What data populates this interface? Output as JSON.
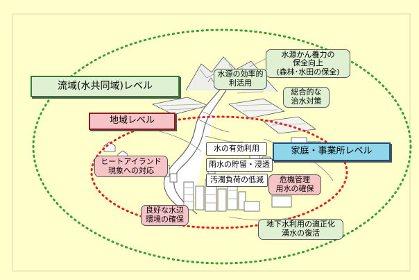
{
  "levels": {
    "basin": "流域(水共同域)レベル",
    "region": "地域レベル",
    "household": "家庭・事業所レベル"
  },
  "measures": {
    "conservation": [
      "水源かん養力の",
      "保全向上",
      "(森林･水田の保全)"
    ],
    "efficient_use": [
      "水源の効率的",
      "利活用"
    ],
    "flood_control": [
      "総合的な",
      "治水対策"
    ],
    "heat_island": [
      "ヒートアイランド",
      "現象への対応"
    ],
    "effective_use": [
      "水の有効利用"
    ],
    "rain_storage": [
      "雨水の貯留・浸透"
    ],
    "pollution": [
      "汚濁負荷の低減"
    ],
    "crisis": [
      "危機管理",
      "用水の確保"
    ],
    "waterside": [
      "良好な水辺",
      "環境の確保"
    ],
    "groundwater": [
      "地下水利用の適正化",
      "湧水の復活"
    ]
  },
  "colors": {
    "background": "#ffffcc",
    "basin_fill": "#dff1d2",
    "basin_border": "#2e7d32",
    "region_fill": "#f6c4c6",
    "household_fill": "#8fd6ea",
    "outer_ellipse": "#3a9e3a",
    "inner_ellipse": "#e02020"
  }
}
